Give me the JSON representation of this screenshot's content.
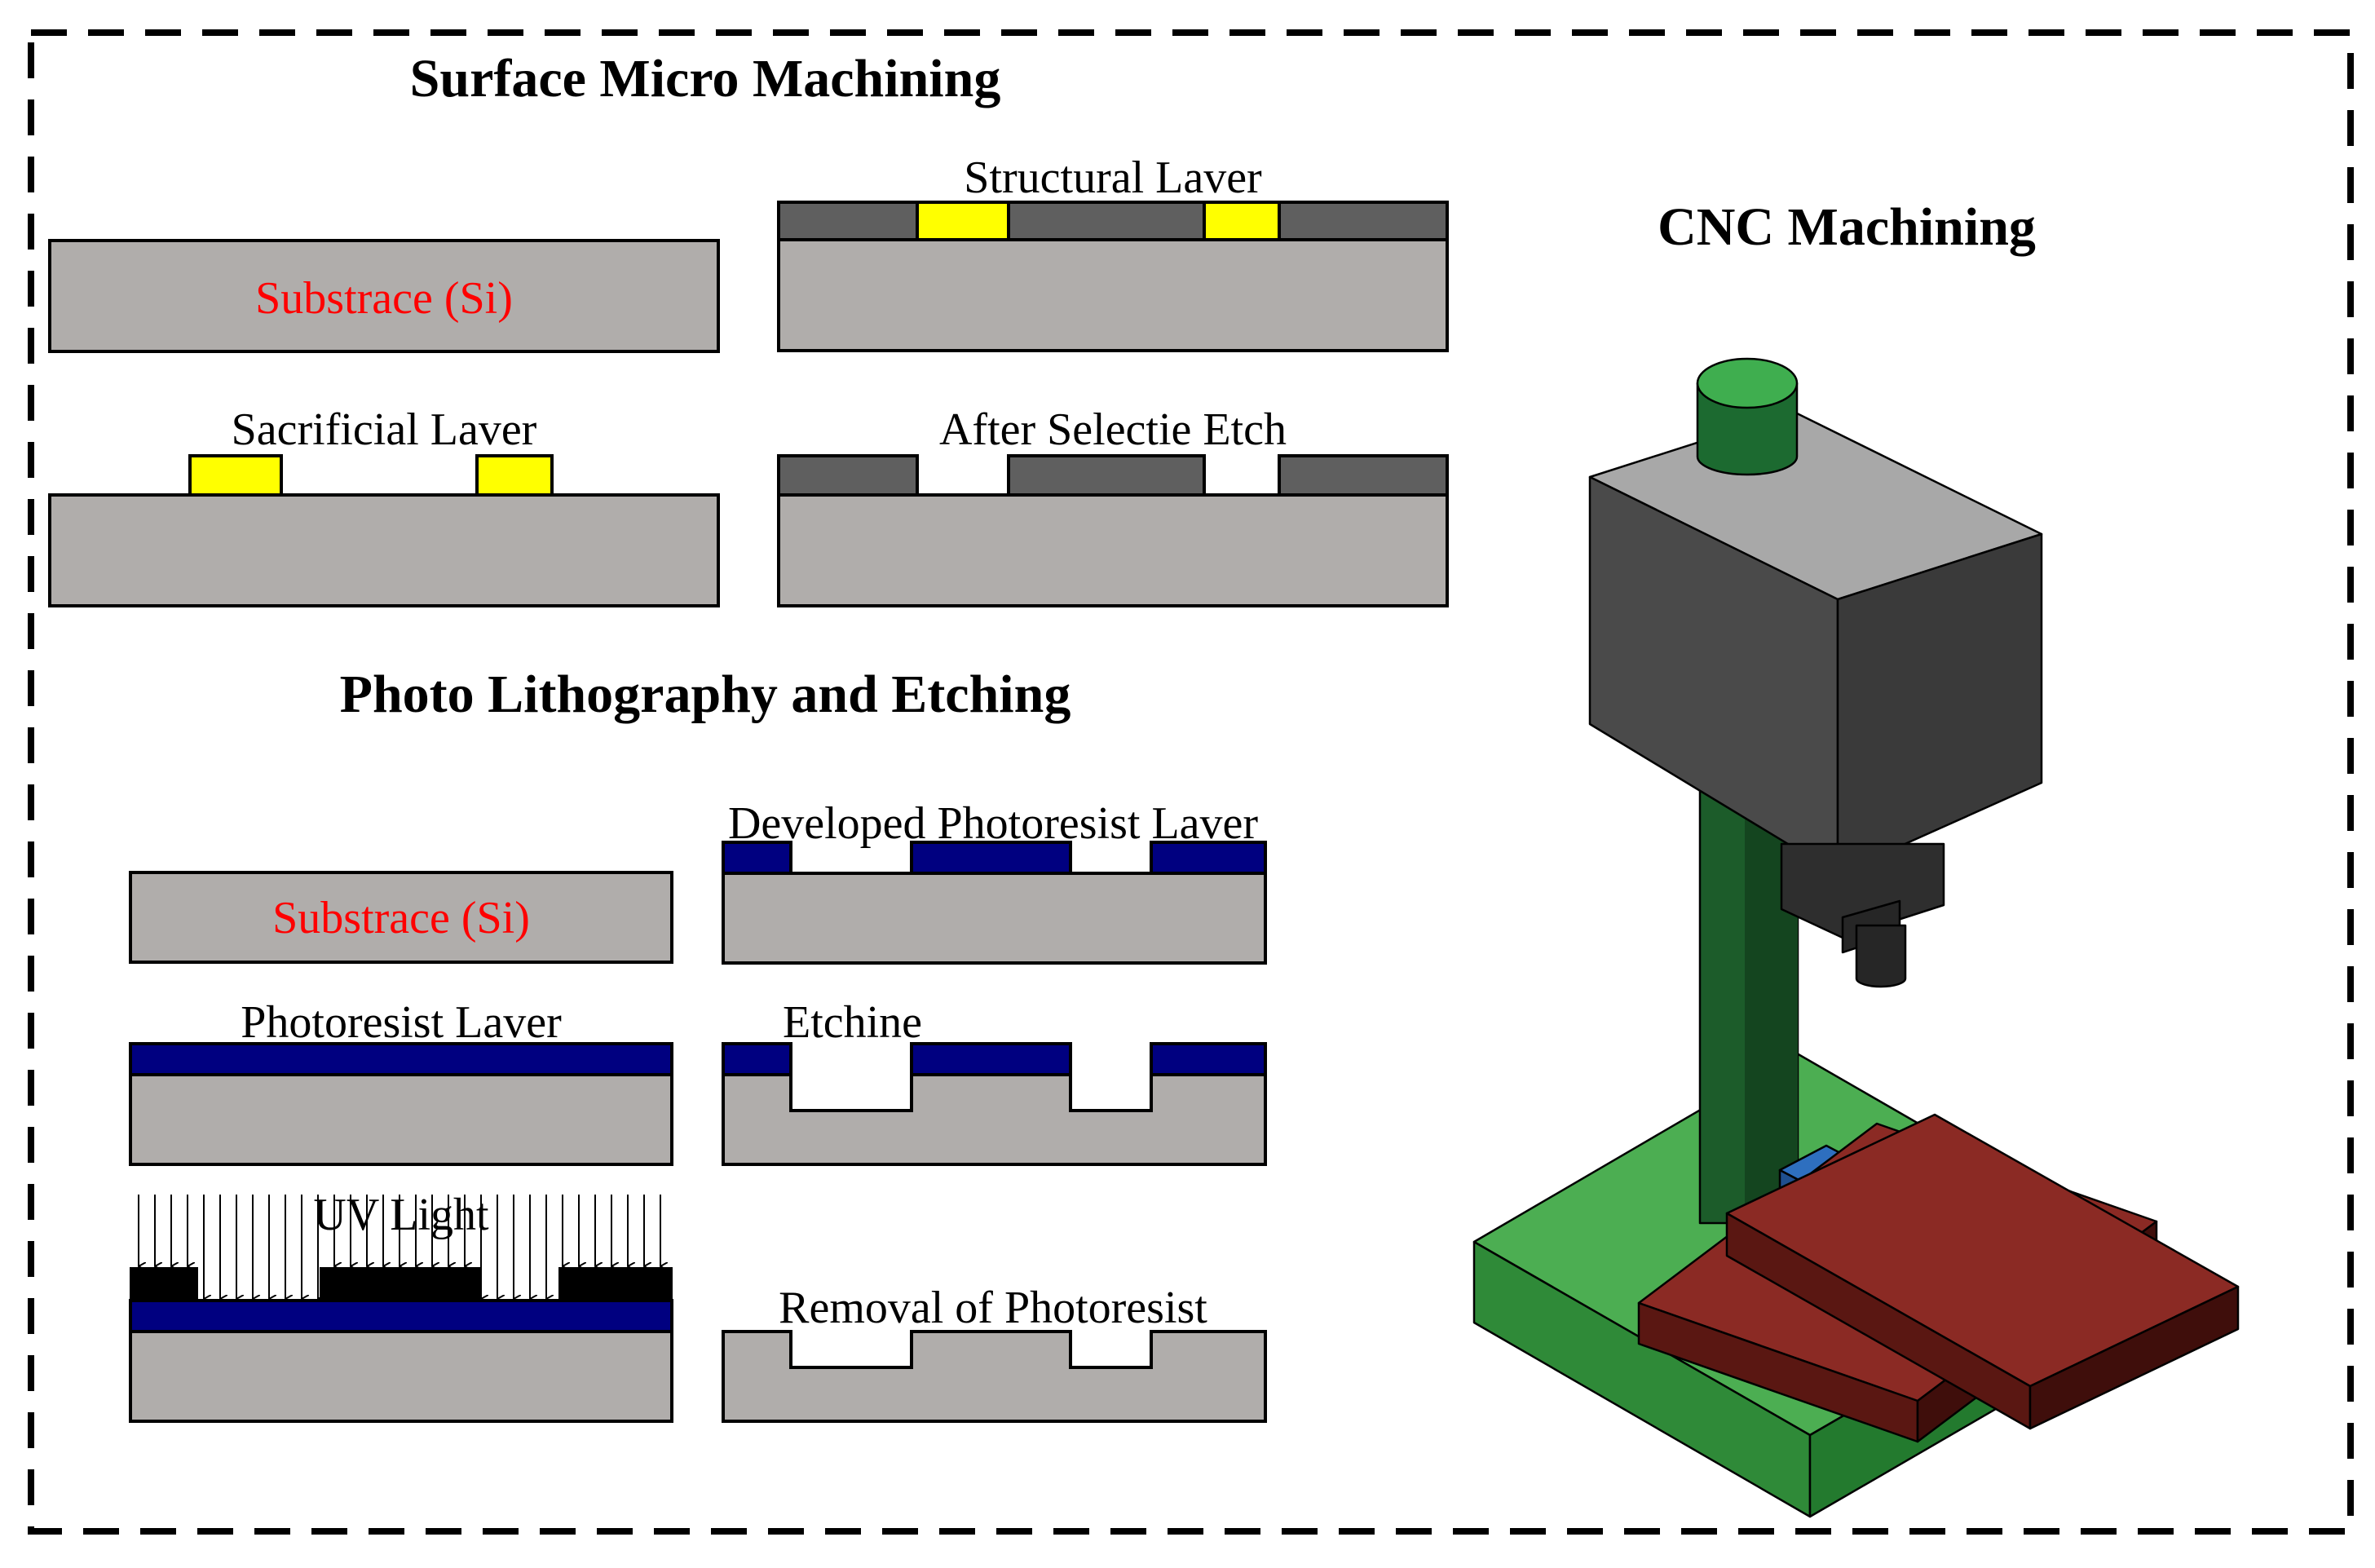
{
  "colors": {
    "substrate": "#b0adab",
    "structural": "#5f5f5f",
    "sacrificial": "#ffff00",
    "photoresist": "#000080",
    "mask": "#000000",
    "substrate_text": "#ff0000",
    "cnc_base": "#4cae52",
    "cnc_column": "#1c5c2a",
    "cnc_head": "#4a4a4a",
    "cnc_table": "#8b2a24",
    "cnc_workpiece": "#2e6fbf"
  },
  "surface_micromachining": {
    "title": "Surface Micro  Machining",
    "substrate_label": "Substrace (Si)",
    "structural_label": "Structural Laver",
    "sacrificial_label": "Sacrificial Laver",
    "etch_label": "After Selectie Etch"
  },
  "photolithography": {
    "title": "Photo  Lithography and Etching",
    "substrate_label": "Substrace (Si)",
    "photoresist_label": "Photoresist Laver",
    "uv_label": "UV Light",
    "developed_label": "Developed Photoresist Laver",
    "etching_label": "Etchine",
    "removal_label": "Removal of Photoresist"
  },
  "cnc": {
    "title": "CNC Machining"
  }
}
